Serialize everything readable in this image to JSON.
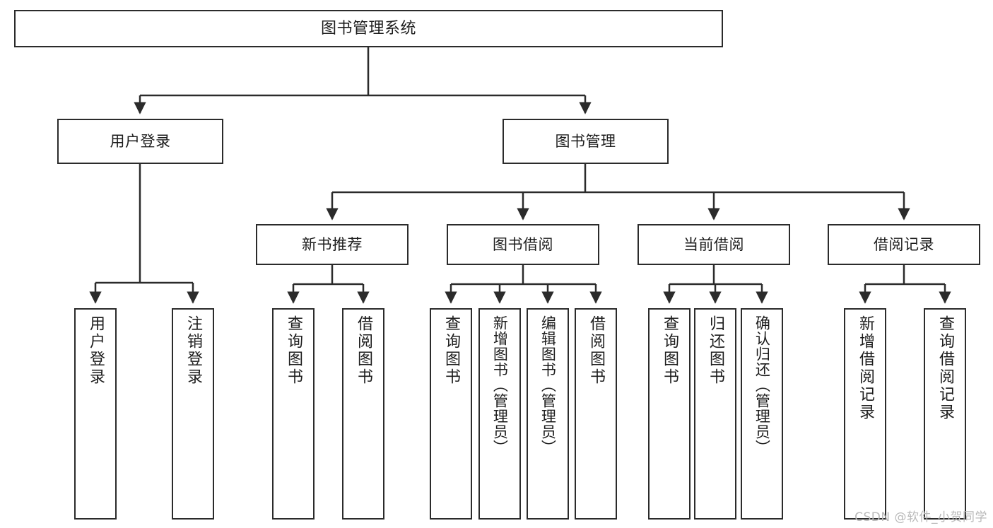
{
  "diagram": {
    "type": "tree",
    "title": "图书管理系统",
    "root": {
      "label": "图书管理系统"
    },
    "level2": [
      {
        "label": "用户登录"
      },
      {
        "label": "图书管理"
      }
    ],
    "level3": [
      {
        "label": "新书推荐"
      },
      {
        "label": "图书借阅"
      },
      {
        "label": "当前借阅"
      },
      {
        "label": "借阅记录"
      }
    ],
    "leaves": {
      "user_login": [
        {
          "label": "用户登录"
        },
        {
          "label": "注销登录"
        }
      ],
      "new_book_recommend": [
        {
          "label": "查询图书"
        },
        {
          "label": "借阅图书"
        }
      ],
      "book_borrow": [
        {
          "label": "查询图书"
        },
        {
          "label": "新增图书（管理员）"
        },
        {
          "label": "编辑图书（管理员）"
        },
        {
          "label": "借阅图书"
        }
      ],
      "current_borrow": [
        {
          "label": "查询图书"
        },
        {
          "label": "归还图书"
        },
        {
          "label": "确认归还（管理员）"
        }
      ],
      "borrow_record": [
        {
          "label": "新增借阅记录"
        },
        {
          "label": "查询借阅记录"
        }
      ]
    }
  },
  "watermark": {
    "text": "CSDN @软件_小贺同学"
  },
  "colors": {
    "stroke": "#2b2b2b",
    "text": "#1c1c1c",
    "background": "#ffffff",
    "watermark": "#b9b9b9"
  }
}
